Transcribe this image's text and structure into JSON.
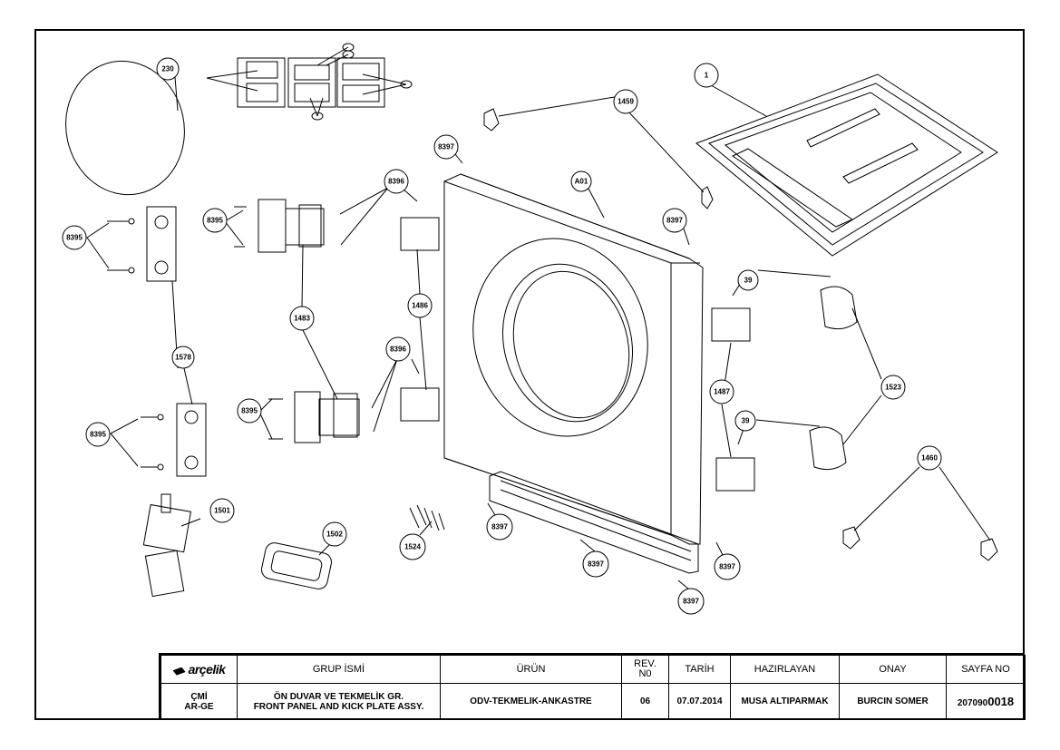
{
  "callouts": [
    {
      "id": "c230",
      "label": "230"
    },
    {
      "id": "c1",
      "label": "1"
    },
    {
      "id": "c1459",
      "label": "1459"
    },
    {
      "id": "c8397a",
      "label": "8397"
    },
    {
      "id": "cA01",
      "label": "A01"
    },
    {
      "id": "c8397b",
      "label": "8397"
    },
    {
      "id": "c8396a",
      "label": "8396"
    },
    {
      "id": "c8395a",
      "label": "8395"
    },
    {
      "id": "c8395b",
      "label": "8395"
    },
    {
      "id": "c1483",
      "label": "1483"
    },
    {
      "id": "c1486",
      "label": "1486"
    },
    {
      "id": "c8396b",
      "label": "8396"
    },
    {
      "id": "c1578",
      "label": "1578"
    },
    {
      "id": "c8395c",
      "label": "8395"
    },
    {
      "id": "c8395d",
      "label": "8395"
    },
    {
      "id": "c39a",
      "label": "39"
    },
    {
      "id": "c1523",
      "label": "1523"
    },
    {
      "id": "c1487",
      "label": "1487"
    },
    {
      "id": "c39b",
      "label": "39"
    },
    {
      "id": "c1460",
      "label": "1460"
    },
    {
      "id": "c1501",
      "label": "1501"
    },
    {
      "id": "c1502",
      "label": "1502"
    },
    {
      "id": "c1524",
      "label": "1524"
    },
    {
      "id": "c8397c",
      "label": "8397"
    },
    {
      "id": "c8397d",
      "label": "8397"
    },
    {
      "id": "c8397e",
      "label": "8397"
    },
    {
      "id": "c8397f",
      "label": "8397"
    }
  ],
  "title_block": {
    "logo": "arçelik",
    "headers": {
      "group_name": "GRUP İSMİ",
      "product": "ÜRÜN",
      "rev_line1": "REV.",
      "rev_line2": "N0",
      "date": "TARİH",
      "prepared_by": "HAZIRLAYAN",
      "approval": "ONAY",
      "sheet_no": "SAYFA NO"
    },
    "values": {
      "dept_line1": "ÇMİ",
      "dept_line2": "AR-GE",
      "group_line1": "ÖN DUVAR VE TEKMELİK GR.",
      "group_line2": "FRONT PANEL AND KICK PLATE ASSY.",
      "product": "ODV-TEKMELIK-ANKASTRE",
      "rev": "06",
      "date": "07.07.2014",
      "prepared_by": "MUSA ALTIPARMAK",
      "approval": "BURCIN SOMER",
      "sheet_prefix": "207090",
      "sheet_suffix": "0018"
    }
  }
}
